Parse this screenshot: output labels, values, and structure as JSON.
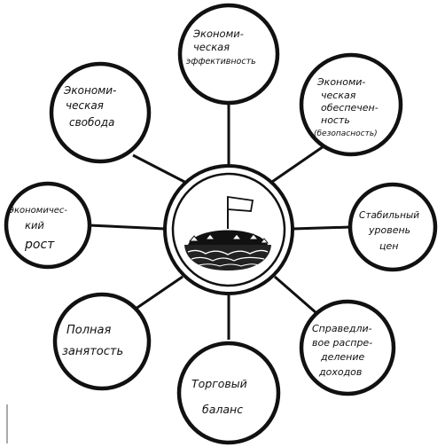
{
  "diagram": {
    "center": {
      "icon": "hill-with-flag-icon"
    },
    "nodes": [
      {
        "id": "n1",
        "lines": [
          "Экономи-",
          "ческая",
          "эффективность"
        ]
      },
      {
        "id": "n2",
        "lines": [
          "Экономи-",
          "ческая",
          "свобода"
        ]
      },
      {
        "id": "n3",
        "lines": [
          "Экономи-",
          "ческая",
          "обеспечен-",
          "ность",
          "(безопасность)"
        ]
      },
      {
        "id": "n4",
        "lines": [
          "Экономичес-",
          "кий",
          "рост"
        ]
      },
      {
        "id": "n5",
        "lines": [
          "Стабильный",
          "уровень",
          "цен"
        ]
      },
      {
        "id": "n6",
        "lines": [
          "Полная",
          "занятость"
        ]
      },
      {
        "id": "n7",
        "lines": [
          "Справедли-",
          "вое распре-",
          "деление",
          "доходов"
        ]
      },
      {
        "id": "n8",
        "lines": [
          "Торговый",
          "баланс"
        ]
      }
    ]
  }
}
